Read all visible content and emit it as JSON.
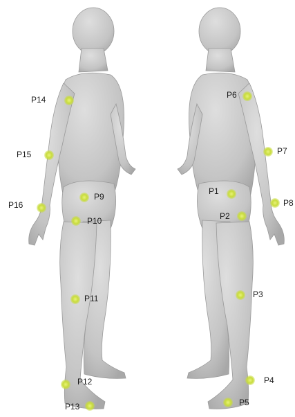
{
  "colors": {
    "body_fill": "#c9c9c9",
    "body_shade": "#a9a9a9",
    "body_outline": "#8c8c8c",
    "marker_fill": "#c8dc3c",
    "marker_glow": "#e6f08a",
    "label_text": "#1a1a1a"
  },
  "figures": [
    {
      "name": "figure-left-facing-right",
      "view": "left side"
    },
    {
      "name": "figure-right-facing-left",
      "view": "right side"
    }
  ],
  "points": {
    "P1": "P1",
    "P2": "P2",
    "P3": "P3",
    "P4": "P4",
    "P5": "P5",
    "P6": "P6",
    "P7": "P7",
    "P8": "P8",
    "P9": "P9",
    "P10": "P10",
    "P11": "P11",
    "P12": "P12",
    "P13": "P13",
    "P14": "P14",
    "P15": "P15",
    "P16": "P16"
  }
}
